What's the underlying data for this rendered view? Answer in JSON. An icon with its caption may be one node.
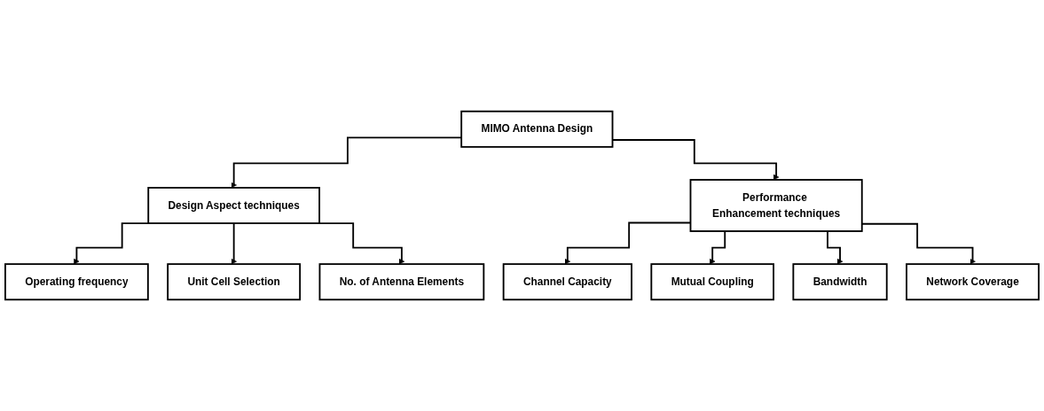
{
  "diagram": {
    "nodes": [
      {
        "text": [
          "MIMO Antenna Design"
        ]
      },
      {
        "text": [
          "Design Aspect techniques"
        ]
      },
      {
        "text": [
          "Performance Enhancement techniques"
        ]
      },
      {
        "text": [
          "Operating frequency"
        ]
      },
      {
        "text": [
          "Unit Cell Selection"
        ]
      },
      {
        "text": [
          "No. of Antenna Elements"
        ]
      },
      {
        "text": [
          "Channel Capacity"
        ]
      },
      {
        "text": [
          "Mutual Coupling"
        ]
      },
      {
        "text": [
          "Bandwidth"
        ]
      },
      {
        "text": [
          "Network Coverage"
        ]
      }
    ],
    "edges": [
      {
        "from": 0,
        "to": 1,
        "arrow": "to"
      },
      {
        "from": 0,
        "to": 2,
        "arrow": "to"
      },
      {
        "from": 1,
        "to": 3,
        "arrow": "to"
      },
      {
        "from": 1,
        "to": 4,
        "arrow": "to"
      },
      {
        "from": 1,
        "to": 5,
        "arrow": "to"
      },
      {
        "from": 2,
        "to": 6,
        "arrow": "to"
      },
      {
        "from": 2,
        "to": 7,
        "arrow": "to"
      },
      {
        "from": 2,
        "to": 8,
        "arrow": "to"
      },
      {
        "from": 2,
        "to": 9,
        "arrow": "to"
      }
    ]
  }
}
